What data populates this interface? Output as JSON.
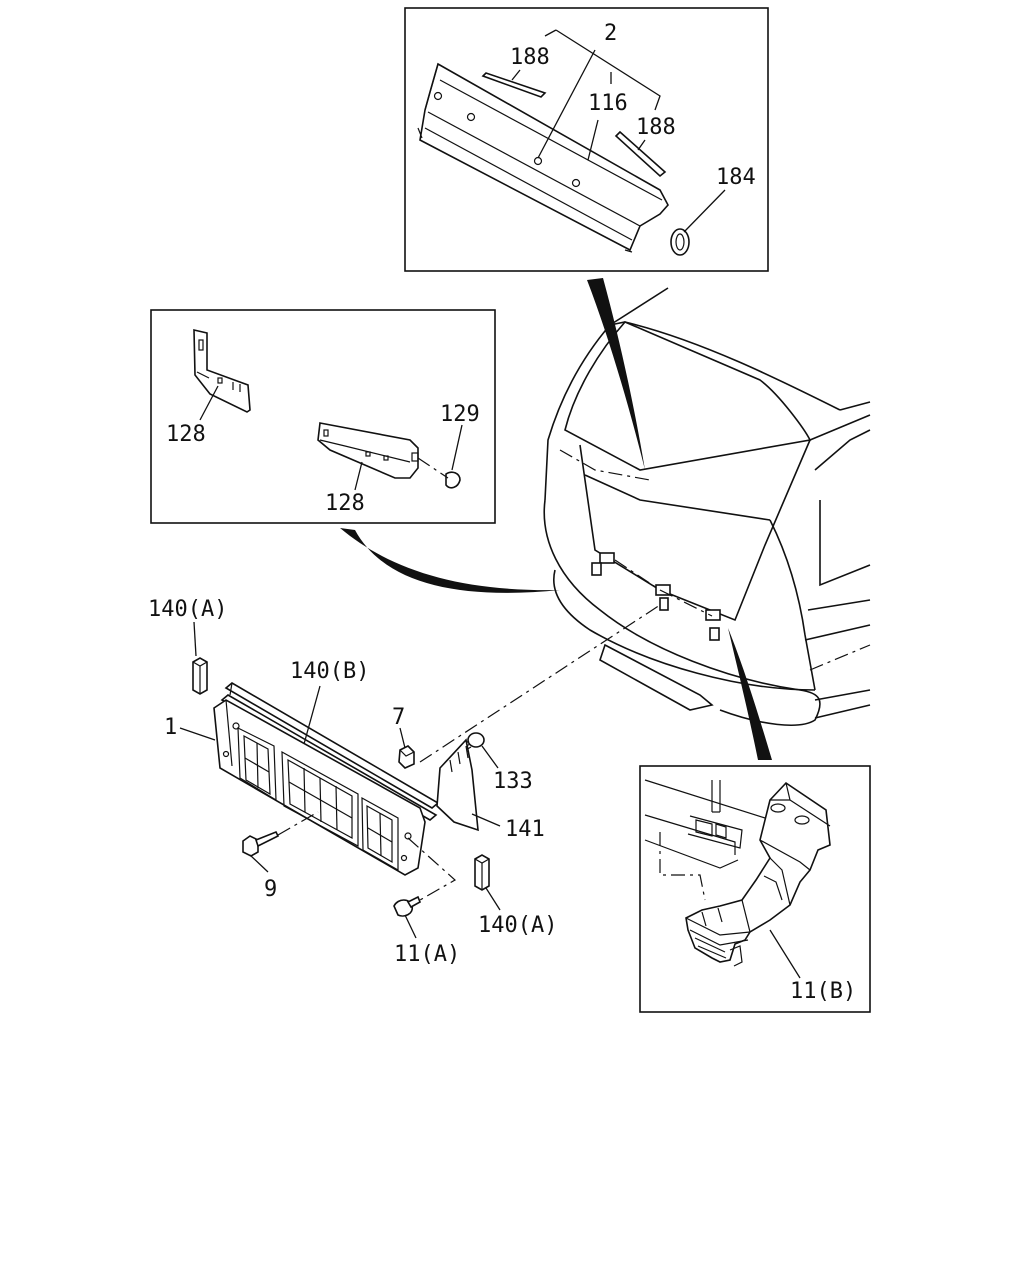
{
  "diagram": {
    "callouts": {
      "p2": "2",
      "p188a": "188",
      "p116": "116",
      "p188b": "188",
      "p184": "184",
      "p128a": "128",
      "p129": "129",
      "p128b": "128",
      "p140a_top": "140(A)",
      "p140b": "140(B)",
      "p1": "1",
      "p7": "7",
      "p133": "133",
      "p141": "141",
      "p9": "9",
      "p11a": "11(A)",
      "p140a_bottom": "140(A)",
      "p11b": "11(B)"
    }
  }
}
